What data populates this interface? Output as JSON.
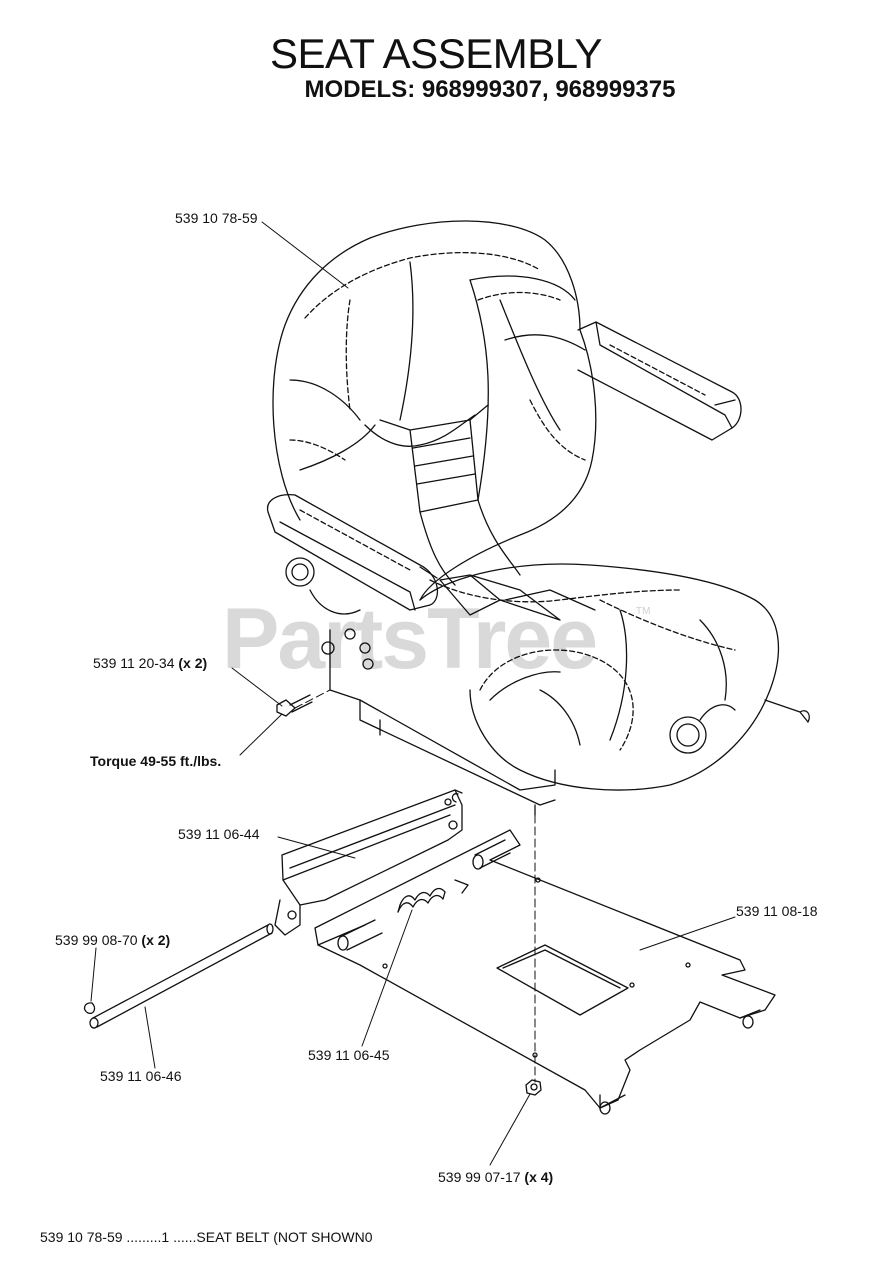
{
  "title": "SEAT ASSEMBLY",
  "subtitle": "MODELS:  968999307,  968999375",
  "watermark": "PartsTree",
  "watermark_tm": "TM",
  "callouts": [
    {
      "id": "seat",
      "part": "539 10 78-59",
      "qty": ""
    },
    {
      "id": "bolt",
      "part": "539 11 20-34",
      "qty": "(x 2)"
    },
    {
      "id": "bracket",
      "part": "539 11 06-44",
      "qty": ""
    },
    {
      "id": "clip",
      "part": "539 99 08-70",
      "qty": "(x 2)"
    },
    {
      "id": "rod",
      "part": "539 11 06-46",
      "qty": ""
    },
    {
      "id": "spring",
      "part": "539 11 06-45",
      "qty": ""
    },
    {
      "id": "plate",
      "part": "539 11 08-18",
      "qty": ""
    },
    {
      "id": "nut",
      "part": "539 99 07-17",
      "qty": "(x 4)"
    }
  ],
  "torque_note": "Torque 49-55 ft./lbs.",
  "footer_note": "539 10 78-59 .........1 ......SEAT BELT (NOT SHOWN0"
}
